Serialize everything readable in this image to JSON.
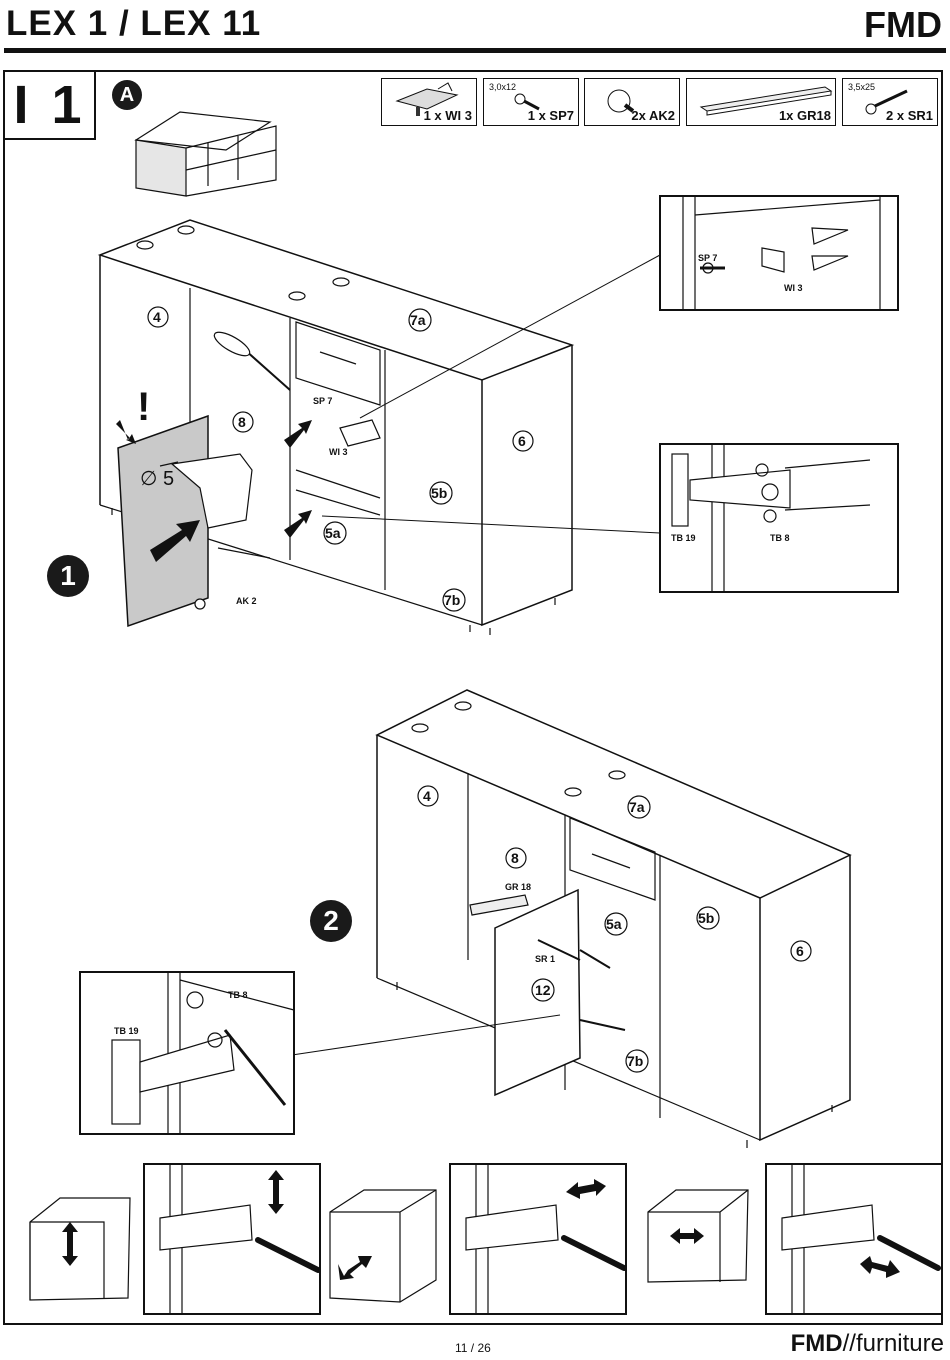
{
  "header": {
    "title": "LEX 1 / LEX 11",
    "brand": "FMD"
  },
  "step": {
    "code": "I 1",
    "sub_badge": "A"
  },
  "parts": [
    {
      "spec": "",
      "label": "1 x WI 3",
      "icon": "hinge-plate-icon"
    },
    {
      "spec": "3,0x12",
      "label": "1 x SP7",
      "icon": "small-screw-icon"
    },
    {
      "spec": "",
      "label": "2x AK2",
      "icon": "knob-icon"
    },
    {
      "spec": "",
      "label": "1x GR18",
      "icon": "handle-bar-icon"
    },
    {
      "spec": "3,5x25",
      "label": "2 x SR1",
      "icon": "long-screw-icon"
    }
  ],
  "figure1": {
    "badge": "1",
    "warning": "!",
    "drill_diameter": "∅ 5",
    "labels": {
      "panel4": "4",
      "panel7a": "7a",
      "panel8": "8",
      "panel6": "6",
      "panel5b": "5b",
      "panel5a": "5a",
      "panel7b": "7b",
      "sp7": "SP 7",
      "wi3": "WI 3",
      "ak2": "AK 2"
    },
    "detail_top": {
      "sp7": "SP 7",
      "wi3": "WI 3"
    },
    "detail_mid": {
      "tb19": "TB 19",
      "tb8": "TB 8"
    }
  },
  "figure2": {
    "badge": "2",
    "labels": {
      "panel4": "4",
      "panel7a": "7a",
      "panel8": "8",
      "gr18": "GR 18",
      "panel5a": "5a",
      "panel5b": "5b",
      "panel6": "6",
      "sr1": "SR 1",
      "panel12": "12",
      "panel7b": "7b"
    },
    "detail": {
      "tb8": "TB 8",
      "tb19": "TB 19"
    }
  },
  "adjustments": [
    {
      "arrow": "vertical"
    },
    {
      "arrow": "depth"
    },
    {
      "arrow": "horizontal"
    }
  ],
  "footer": {
    "page": "11 / 26",
    "brand_bold": "FMD",
    "brand_rest": "//furniture"
  }
}
